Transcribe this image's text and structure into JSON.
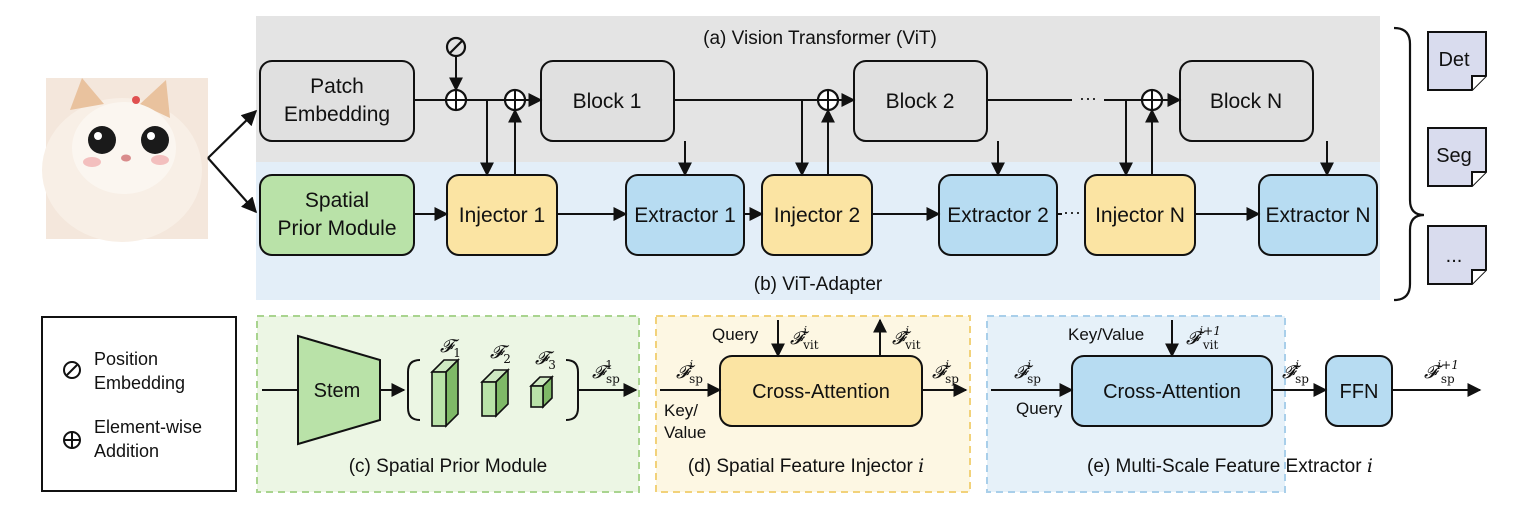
{
  "panels": {
    "vit_title": "(a) Vision Transformer (ViT)",
    "adapter_title": "(b) ViT-Adapter",
    "spm_title": "(c) Spatial Prior Module",
    "injector_title_text": "(d) Spatial Feature Injector ",
    "injector_title_var": "i",
    "extractor_title_text": "(e) Multi-Scale Feature Extractor ",
    "extractor_title_var": "i"
  },
  "vit": {
    "patch_embedding": [
      "Patch",
      "Embedding"
    ],
    "block1": "Block 1",
    "block2": "Block 2",
    "blockN": "Block N",
    "ellipsis": "···"
  },
  "adapter": {
    "spm": [
      "Spatial",
      "Prior Module"
    ],
    "injector1": "Injector 1",
    "extractor1": "Extractor 1",
    "injector2": "Injector 2",
    "extractor2": "Extractor 2",
    "injectorN": "Injector N",
    "extractorN": "Extractor N",
    "ellipsis": "···"
  },
  "outputs": [
    "Det",
    "Seg",
    "..."
  ],
  "legend": {
    "pos_embed": [
      "Position",
      "Embedding"
    ],
    "add": [
      "Element-wise",
      "Addition"
    ]
  },
  "spm_detail": {
    "stem": "Stem",
    "f1": "𝓕",
    "f1_sub": "1",
    "f2": "𝓕",
    "f2_sub": "2",
    "f3": "𝓕",
    "f3_sub": "3",
    "out": "𝓕",
    "out_sub": "sp",
    "out_sup": "1"
  },
  "injector_detail": {
    "block": "Cross-Attention",
    "query": "Query",
    "kv": [
      "Key/",
      "Value"
    ],
    "in_sym": "𝓕",
    "in_sub": "sp",
    "in_sup": "i",
    "vit_in_sym": "𝓕",
    "vit_in_sub": "vit",
    "vit_in_sup": "i",
    "vit_out_sym": "𝓕̂",
    "vit_out_sub": "vit",
    "vit_out_sup": "i",
    "out_sym": "𝓕",
    "out_sub": "sp",
    "out_sup": "i"
  },
  "extractor_detail": {
    "block": "Cross-Attention",
    "ffn": "FFN",
    "query": "Query",
    "kv": "Key/Value",
    "in_sym": "𝓕",
    "in_sub": "sp",
    "in_sup": "i",
    "vit_in_sym": "𝓕",
    "vit_in_sub": "vit",
    "vit_in_sup": "i+1",
    "mid_sym": "𝓕̂",
    "mid_sub": "sp",
    "mid_sup": "i",
    "out_sym": "𝓕",
    "out_sub": "sp",
    "out_sup": "i+1"
  },
  "colors": {
    "vit_bg": "#e4e4e4",
    "adapter_bg": "#e3eef8",
    "gray_block": "#e0e0e0",
    "green_block": "#b9e2a8",
    "yellow_block": "#fbe4a3",
    "blue_block": "#b7dcf2",
    "doc": "#d9dcee",
    "spm_panel": "#ecf6e4",
    "injector_panel": "#fdf7e3",
    "extractor_panel": "#e6f1f9"
  }
}
